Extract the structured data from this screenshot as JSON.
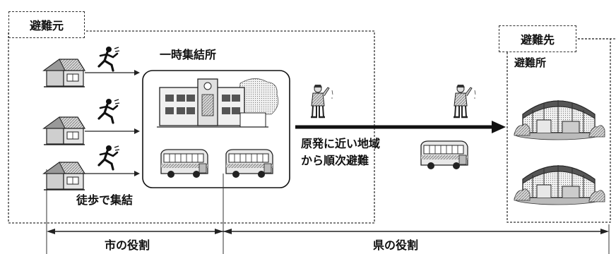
{
  "origin": {
    "label": "避難元"
  },
  "destination": {
    "label": "避難先",
    "shelter_label": "避難所"
  },
  "assembly": {
    "label": "一時集結所"
  },
  "walk": {
    "label": "徒歩で集結"
  },
  "route": {
    "line1": "原発に近い地域",
    "line2": "から順次避難"
  },
  "roles": {
    "city": "市の役割",
    "prefecture": "県の役割"
  },
  "icons": [
    "house-icon",
    "runner-icon",
    "school-building-icon",
    "bus-icon",
    "police-officer-icon",
    "gymnasium-icon"
  ]
}
